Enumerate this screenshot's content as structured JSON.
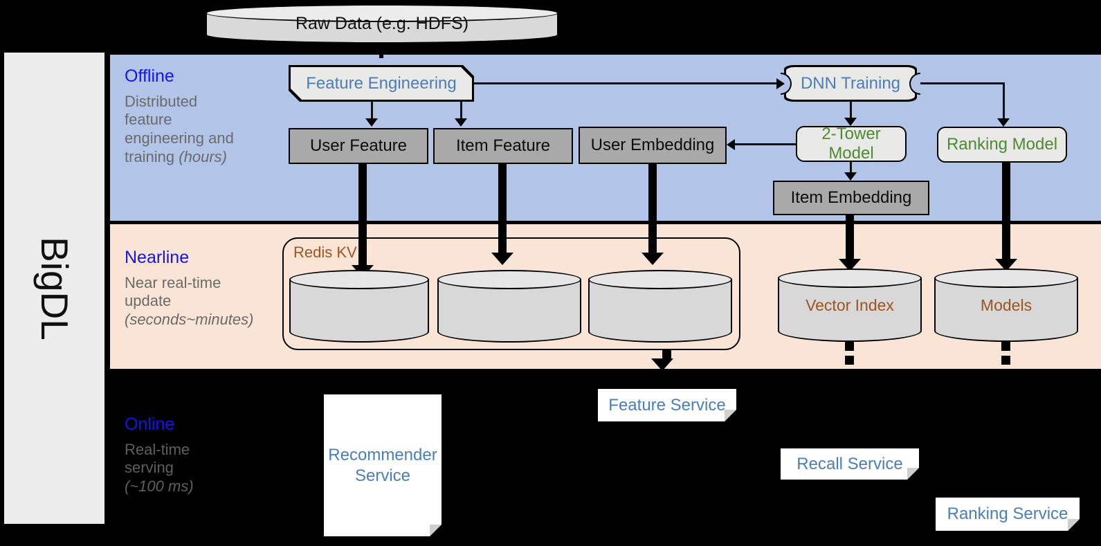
{
  "framework": {
    "name": "BigDL"
  },
  "source": {
    "label": "Raw Data (e.g. HDFS)"
  },
  "layers": [
    {
      "id": "offline",
      "title": "Offline",
      "subtitle_line1": "Distributed",
      "subtitle_line2": "feature",
      "subtitle_line3": "engineering and",
      "subtitle_line4": "training ",
      "subtitle_italic": "(hours)",
      "band_color": "#b2c5e8"
    },
    {
      "id": "nearline",
      "title": "Nearline",
      "subtitle_line1": "Near real-time",
      "subtitle_line2": "update",
      "subtitle_italic": "(seconds~minutes)",
      "band_color": "#fae4d5"
    },
    {
      "id": "online",
      "title": "Online",
      "subtitle_line1": "Real-time",
      "subtitle_line2": "serving",
      "subtitle_italic": "(~100 ms)",
      "band_color": "#000000"
    }
  ],
  "offline_nodes": {
    "feature_engineering": "Feature Engineering",
    "dnn_training": "DNN Training",
    "user_feature": "User Feature",
    "item_feature": "Item Feature",
    "user_embedding": "User Embedding",
    "two_tower_model": "2-Tower Model",
    "ranking_model": "Ranking Model",
    "item_embedding": "Item Embedding"
  },
  "nearline_nodes": {
    "redis_group_label": "Redis KV",
    "store_user_feature": "",
    "store_item_feature": "",
    "store_user_embedding": "",
    "vector_index": "Vector Index",
    "models": "Models"
  },
  "online_nodes": {
    "recommender_service": "Recommender Service",
    "feature_service": "Feature Service",
    "recall_service": "Recall Service",
    "ranking_service": "Ranking Service"
  },
  "colors": {
    "accent_blue": "#1414f0",
    "node_blue_text": "#4a7ebb",
    "node_green_text": "#4e8a32",
    "store_brown_text": "#9c5420",
    "grey_box": "#a9a9a9",
    "offline_band": "#b2c5e8",
    "nearline_band": "#fae4d5",
    "online_band": "#000000",
    "rail_bg": "#ececec"
  }
}
